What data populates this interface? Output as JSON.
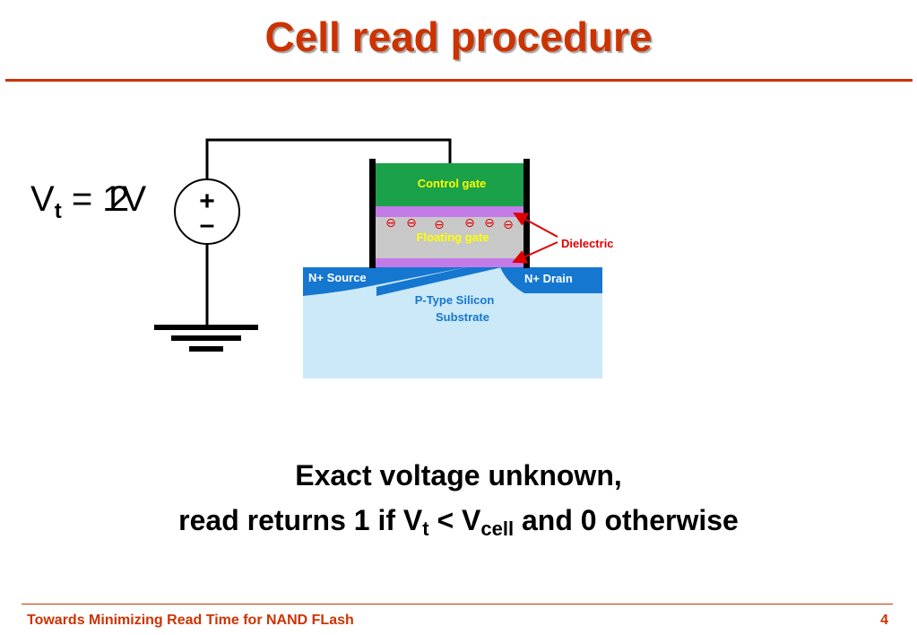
{
  "slide": {
    "title": "Cell read procedure",
    "voltage": {
      "v": "V",
      "sub": "t",
      "eq": "= 1V",
      "overlay": "2"
    },
    "source": {
      "plus": "+",
      "minus": "–"
    },
    "cell": {
      "control_gate": "Control gate",
      "floating_gate": "Floating gate",
      "dielectric": "Dielectric",
      "source": "N+ Source",
      "drain": "N+ Drain",
      "substrate_line1": "P-Type Silicon",
      "substrate_line2": "Substrate",
      "electron_symbol": "⊖"
    },
    "caption": {
      "line1": "Exact voltage unknown,",
      "l2_pre": "read returns 1 if  V",
      "l2_sub1": "t",
      "l2_mid": " < V",
      "l2_sub2": "cell",
      "l2_post": " and 0 otherwise"
    },
    "footer": {
      "text": "Towards Minimizing Read Time for NAND FLash",
      "page": "4"
    },
    "colors": {
      "title": "#cc3300",
      "control_gate": "#1aa14a",
      "dielectric": "#c37be8",
      "floating_gate": "#c8c8c8",
      "n_plus": "#1577d0",
      "substrate": "#cce9f8",
      "annotation": "#e00000"
    }
  }
}
